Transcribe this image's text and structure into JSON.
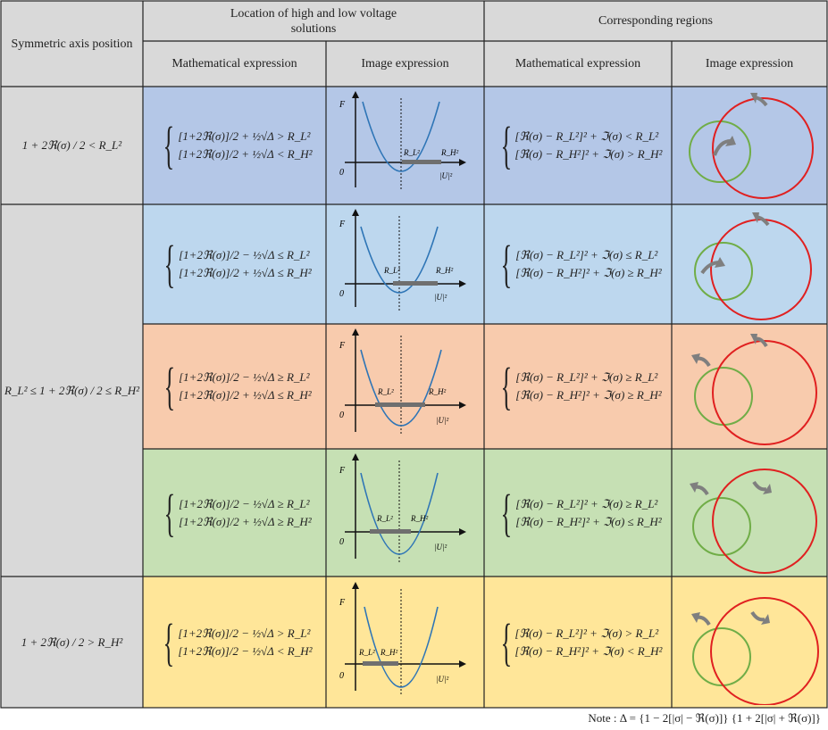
{
  "header": {
    "col1": "Symmetric axis position",
    "group1": "Location of high and low voltage solutions",
    "group2": "Corresponding regions",
    "sub_math": "Mathematical expression",
    "sub_image": "Image expression"
  },
  "rows": [
    {
      "axis": "1 + 2ℜ(σ) / 2 < R_L²",
      "loc_eq1": "[1+2ℜ(σ)]/2 + ½√Δ > R_L²",
      "loc_eq2": "[1+2ℜ(σ)]/2 + ½√Δ < R_H²",
      "reg_eq1": "[ℜ(σ) − R_L²]² + ℑ(σ) < R_L²",
      "reg_eq2": "[ℜ(σ) − R_H²]² + ℑ(σ) > R_H²",
      "color": "#b4c7e7"
    },
    {
      "axis": "R_L² ≤ 1 + 2ℜ(σ) / 2 ≤ R_H²",
      "loc_eq1": "[1+2ℜ(σ)]/2 − ½√Δ ≤ R_L²",
      "loc_eq2": "[1+2ℜ(σ)]/2 + ½√Δ ≤ R_H²",
      "reg_eq1": "[ℜ(σ) − R_L²]² + ℑ(σ) ≤ R_L²",
      "reg_eq2": "[ℜ(σ) − R_H²]² + ℑ(σ) ≥ R_H²",
      "color": "#bdd7ee"
    },
    {
      "loc_eq1": "[1+2ℜ(σ)]/2 − ½√Δ ≥ R_L²",
      "loc_eq2": "[1+2ℜ(σ)]/2 + ½√Δ ≤ R_H²",
      "reg_eq1": "[ℜ(σ) − R_L²]² + ℑ(σ) ≥ R_L²",
      "reg_eq2": "[ℜ(σ) − R_H²]² + ℑ(σ) ≥ R_H²",
      "color": "#f8cbad"
    },
    {
      "loc_eq1": "[1+2ℜ(σ)]/2 − ½√Δ ≥ R_L²",
      "loc_eq2": "[1+2ℜ(σ)]/2 + ½√Δ ≥ R_H²",
      "reg_eq1": "[ℜ(σ) − R_L²]² + ℑ(σ) ≥ R_L²",
      "reg_eq2": "[ℜ(σ) − R_H²]² + ℑ(σ) ≤ R_H²",
      "color": "#c6e0b4"
    },
    {
      "axis": "1 + 2ℜ(σ) / 2 > R_H²",
      "loc_eq1": "[1+2ℜ(σ)]/2 − ½√Δ > R_L²",
      "loc_eq2": "[1+2ℜ(σ)]/2 − ½√Δ < R_H²",
      "reg_eq1": "[ℜ(σ) − R_L²]² + ℑ(σ) > R_L²",
      "reg_eq2": "[ℜ(σ) − R_H²]² + ℑ(σ) < R_H²",
      "color": "#ffe699"
    }
  ],
  "plot_labels": {
    "f": "F",
    "zero": "0",
    "u": "|U|²",
    "rl": "R_L²",
    "rh": "R_H²"
  },
  "note": "Note :  Δ = {1 − 2[|σ| − ℜ(σ)]} {1 + 2[|σ| + ℜ(σ)]}",
  "colors": {
    "header_bg": "#d9d9d9",
    "curve": "#2e75b6",
    "green_circle": "#70ad47",
    "red_circle": "#e02020",
    "arrow": "#7f7f7f",
    "bar": "#7f7f7f"
  }
}
